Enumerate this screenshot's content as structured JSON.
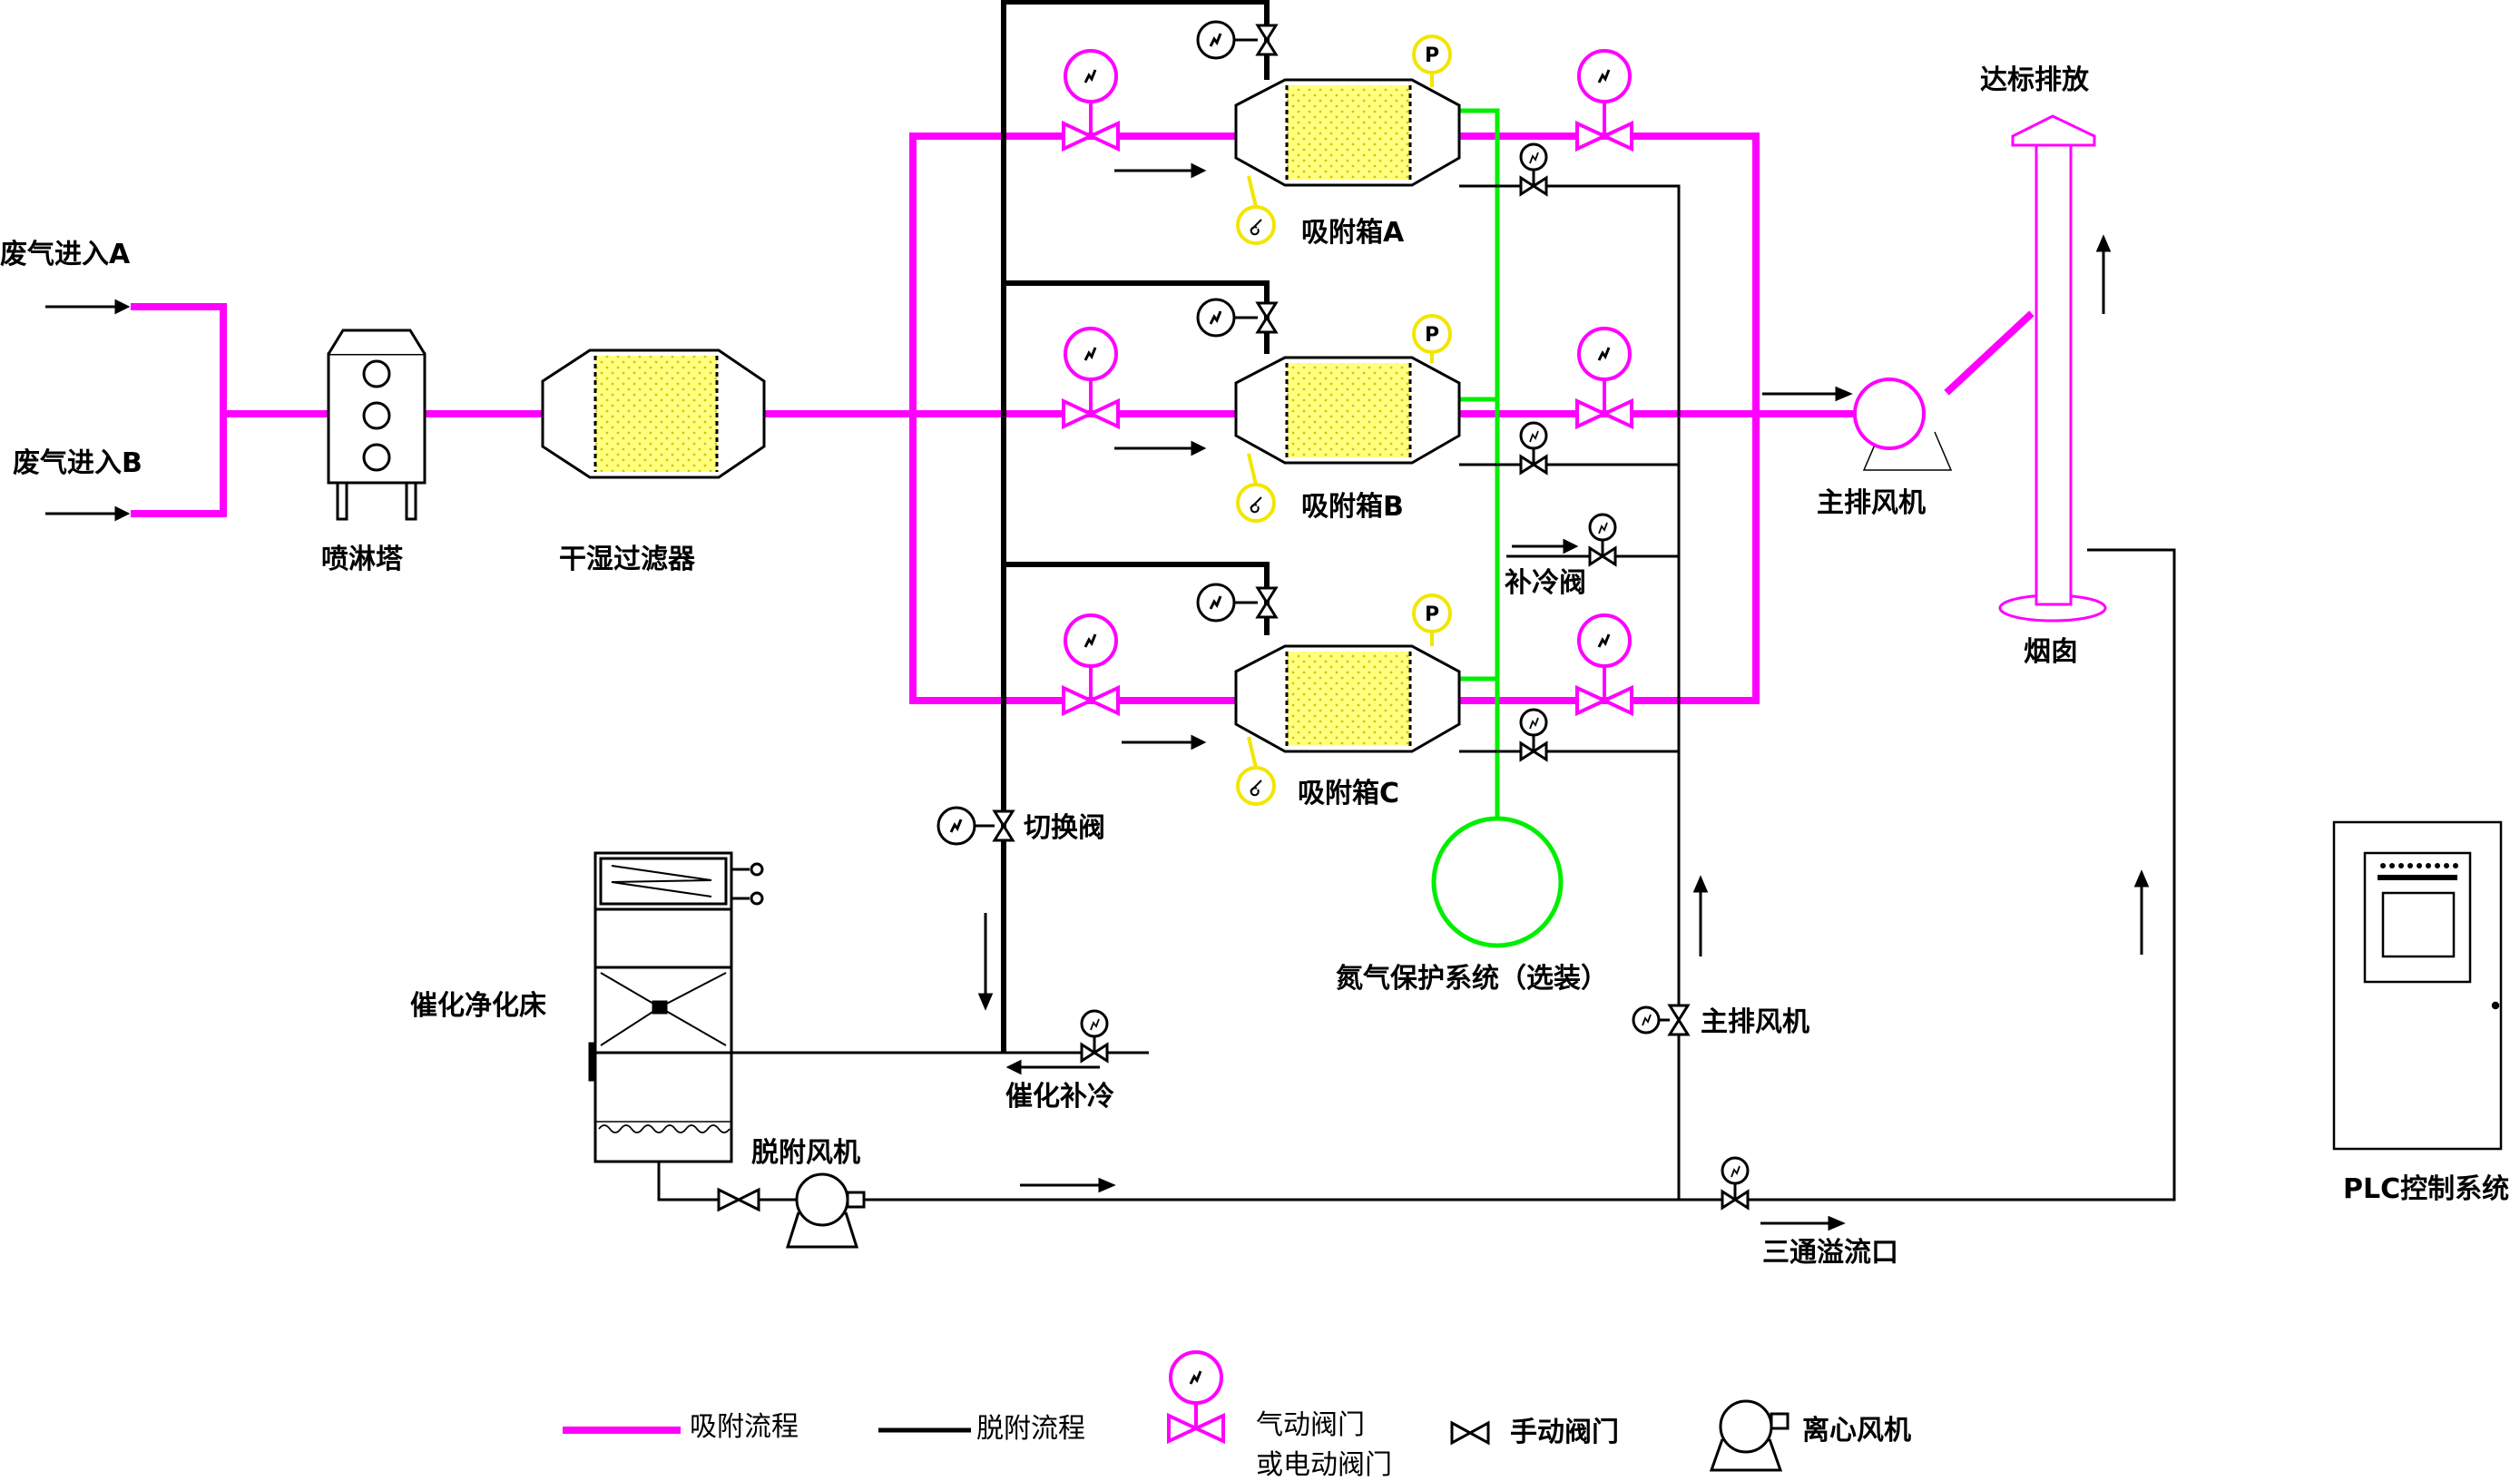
{
  "labels": {
    "inlet_a": "废气进入A",
    "inlet_b": "废气进入B",
    "spray_tower": "喷淋塔",
    "filter": "干湿过滤器",
    "box_a": "吸附箱A",
    "box_b": "吸附箱B",
    "box_c": "吸附箱C",
    "discharge": "达标排放",
    "main_fan_top": "主排风机",
    "chimney": "烟囱",
    "cooling_valve": "补冷阀",
    "switch_valve": "切换阀",
    "nitrogen": "氮气保护系统（选装）",
    "main_fan_valve": "主排风机",
    "catalytic_bed": "催化净化床",
    "catalytic_cooling": "催化补冷",
    "desorption_fan": "脱附风机",
    "overflow": "三通溢流口",
    "plc": "PLC控制系统",
    "pressure_symbol": "P"
  },
  "legend": {
    "adsorption": "吸附流程",
    "desorption": "脱附流程",
    "auto_valve_1": "气动阀门",
    "auto_valve_2": "或电动阀门",
    "manual_valve": "手动阀门",
    "centrifugal_fan": "离心风机"
  },
  "colors": {
    "adsorption_line": "#ff00ff",
    "desorption_line": "#000000",
    "nitrogen_line": "#00ee00",
    "carbon_fill": "#ffff80",
    "gauge_yellow": "#f2e600"
  }
}
